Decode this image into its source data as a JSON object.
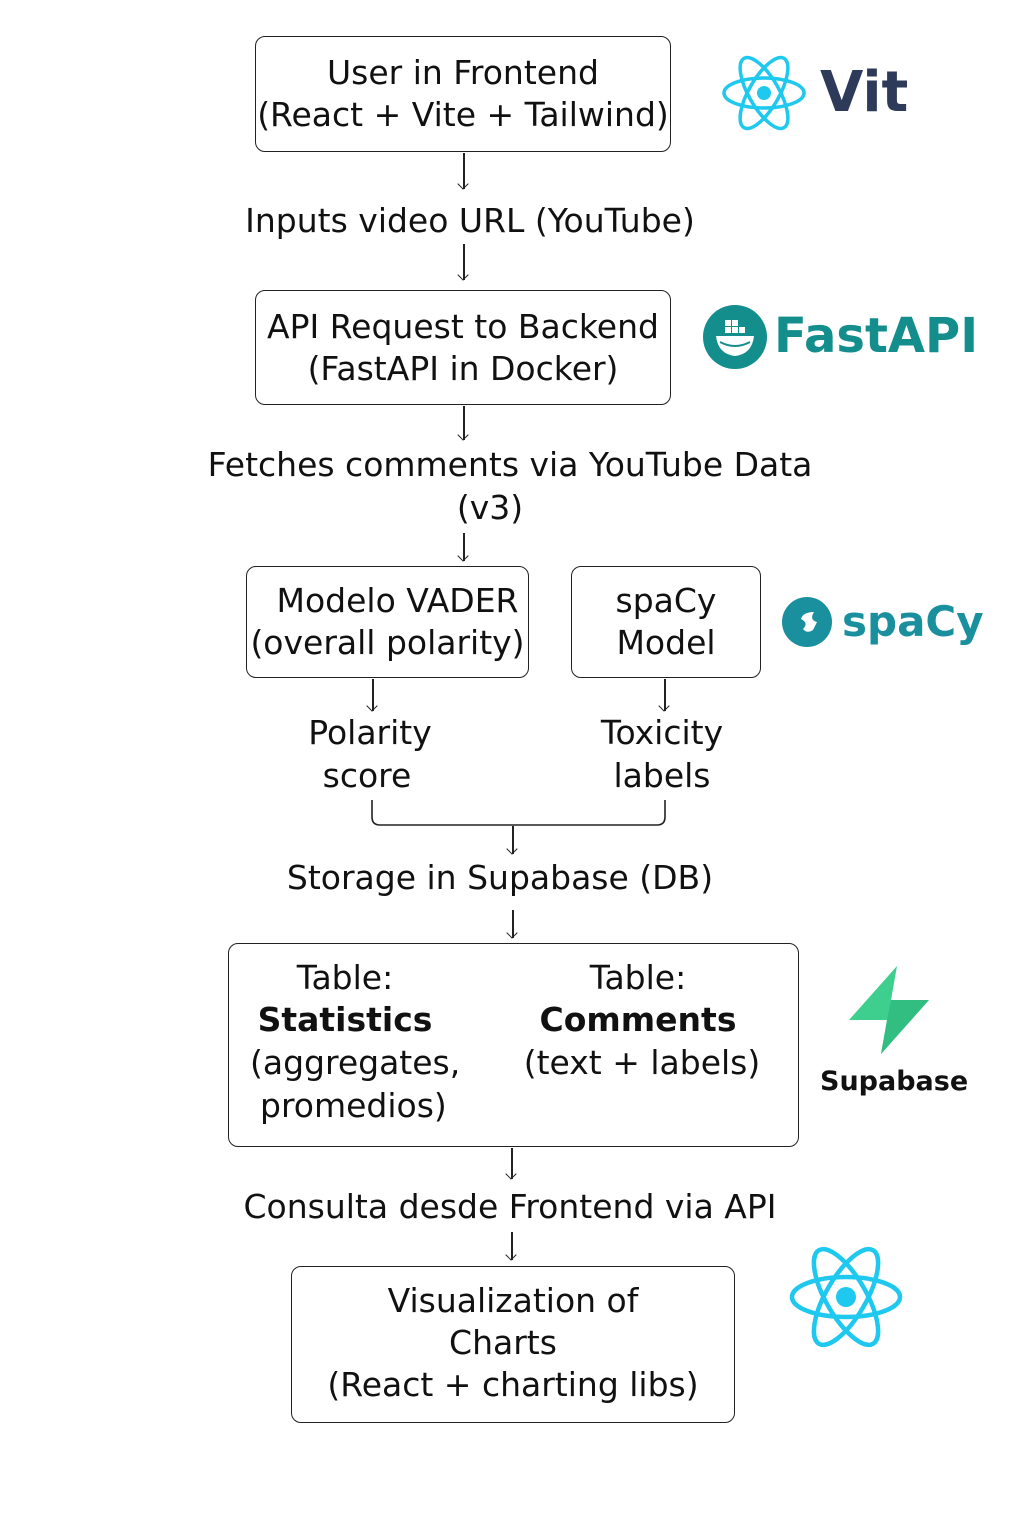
{
  "nodes": {
    "frontend_user": {
      "line1": "User in Frontend",
      "line2": "(React + Vite + Tailwind)"
    },
    "input_step": "Inputs video URL (YouTube)",
    "api_request": {
      "line1": "API Request to Backend",
      "line2": "(FastAPI in Docker)"
    },
    "fetch_step": {
      "line1": "Fetches comments via YouTube Data",
      "line2": "(v3)"
    },
    "vader_model": {
      "line1": "Modelo VADER",
      "line2": "(overall polarity)"
    },
    "spacy_model": {
      "line1": "spaCy",
      "line2": "Model"
    },
    "polarity_output": {
      "line1": "Polarity",
      "line2": "score"
    },
    "toxicity_output": {
      "line1": "Toxicity",
      "line2": "labels"
    },
    "storage_step": "Storage in Supabase (DB)",
    "statistics_table": {
      "line1": "Table:",
      "line2": "Statistics",
      "line3": "(aggregates,",
      "line4": "promedios)"
    },
    "comments_table": {
      "line1": "Table:",
      "line2": "Comments",
      "line3": "(text + labels)"
    },
    "query_step": "Consulta desde Frontend via API",
    "visualization": {
      "line1": "Visualization of",
      "line2": "Charts",
      "line3": "(React + charting libs)"
    }
  },
  "logos": {
    "vite": {
      "text": "Vit",
      "icon": "react-atom-icon",
      "color": "#2e3a59",
      "icon_color": "#1ec8ee"
    },
    "fastapi": {
      "text": "FastAPI",
      "icon": "fastapi-icon",
      "color": "#138e8c"
    },
    "spacy": {
      "text": "spaCy",
      "icon": "spacy-icon",
      "color": "#1a8f9e"
    },
    "supabase": {
      "text": "Supabase",
      "icon": "supabase-bolt-icon",
      "color": "#111111",
      "icon_color": "#3ecf8e"
    },
    "react": {
      "icon": "react-atom-icon",
      "color": "#1ec8ee"
    }
  }
}
